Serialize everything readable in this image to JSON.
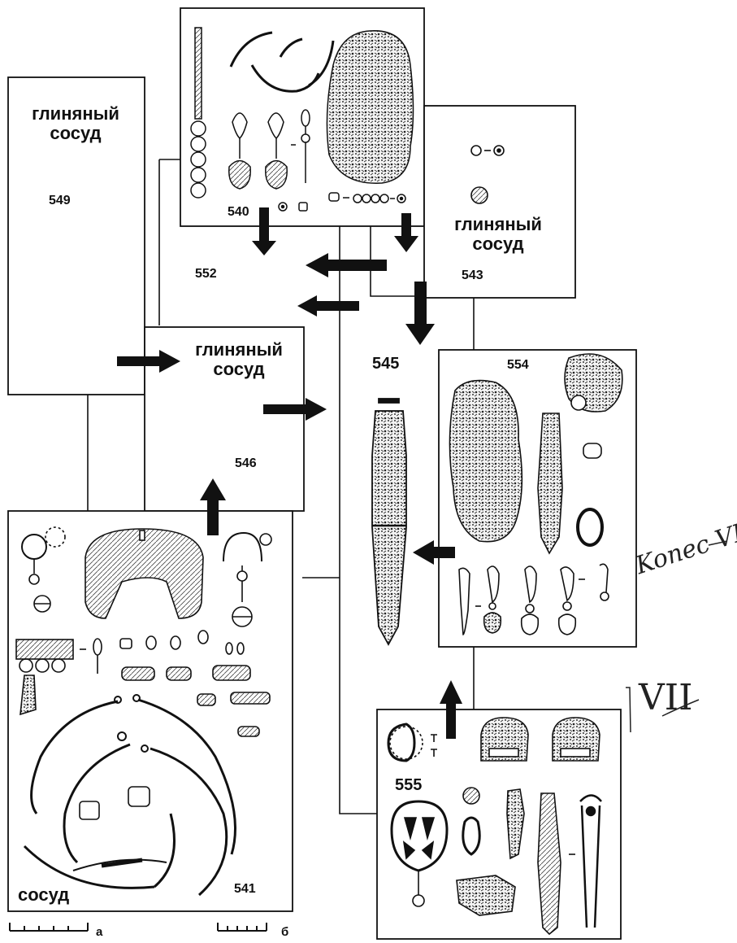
{
  "pots": {
    "p549": "глиняный сосуд",
    "p543": "глиняный сосуд",
    "p546": "глиняный сосуд",
    "p541": "сосуд"
  },
  "ids": {
    "n540": "540",
    "n541": "541",
    "n543": "543",
    "n545": "545",
    "n546": "546",
    "n549": "549",
    "n552": "552",
    "n554": "554",
    "n555": "555"
  },
  "scale": {
    "a": "а",
    "b": "б"
  },
  "notes": {
    "margin": "Konec VI",
    "period": "VII"
  }
}
